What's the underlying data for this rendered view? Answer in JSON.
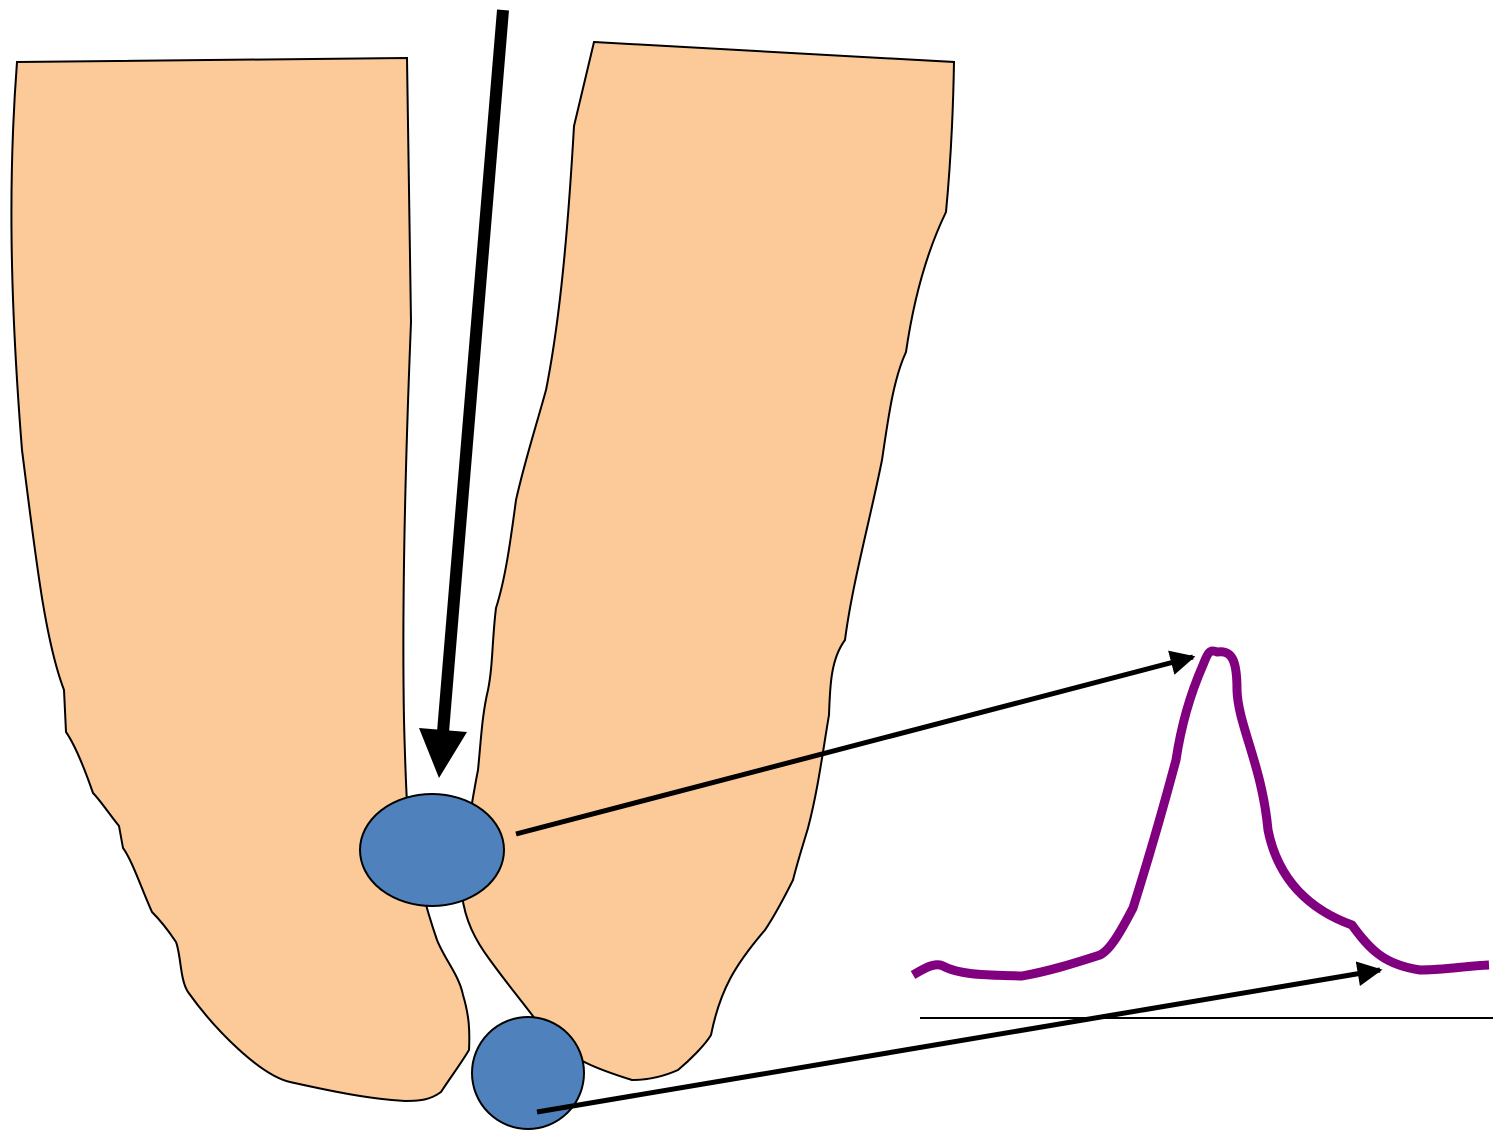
{
  "colors": {
    "background": "#ffffff",
    "tissue_fill": "#fcca98",
    "tissue_stroke": "#000000",
    "particle_fill": "#4f81bd",
    "particle_stroke": "#000000",
    "arrow": "#000000",
    "signal_curve": "#800080",
    "baseline": "#000000"
  },
  "elements": {
    "left_lobe": "tissue-shape",
    "right_lobe": "tissue-shape",
    "insertion_arrow": "arrow-down",
    "upper_particle": "circle",
    "lower_particle": "circle",
    "peak_pointer": "arrow-right",
    "baseline_pointer": "arrow-right",
    "signal_trace": "peak-curve",
    "axis_line": "horizontal-line"
  }
}
